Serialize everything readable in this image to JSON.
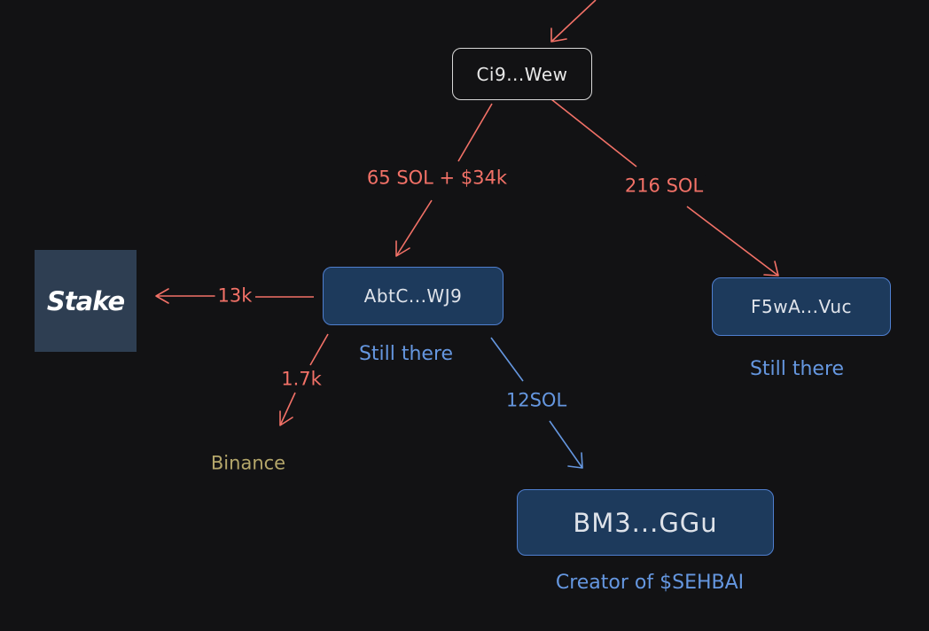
{
  "nodes": {
    "ci9": "Ci9...Wew",
    "abtc": "AbtC...WJ9",
    "f5wa": "F5wA...Vuc",
    "bm3": "BM3...GGu"
  },
  "logo": {
    "name": "Stake",
    "background": "#2e3e52"
  },
  "edge_labels": {
    "ci9_to_abtc": "65 SOL + $34k",
    "ci9_to_f5wa": "216 SOL",
    "abtc_to_stake": "13k",
    "abtc_to_binance": "1.7k",
    "abtc_to_bm3": "12SOL"
  },
  "destinations": {
    "binance": "Binance"
  },
  "notes": {
    "abtc_status": "Still there",
    "f5wa_status": "Still there",
    "bm3_role": "Creator of $SEHBAI"
  },
  "colors": {
    "background": "#121214",
    "outflow_red": "#f27167",
    "blue": "#6597e0",
    "node_fill": "#1d3a5c",
    "olive": "#b4a66a"
  }
}
